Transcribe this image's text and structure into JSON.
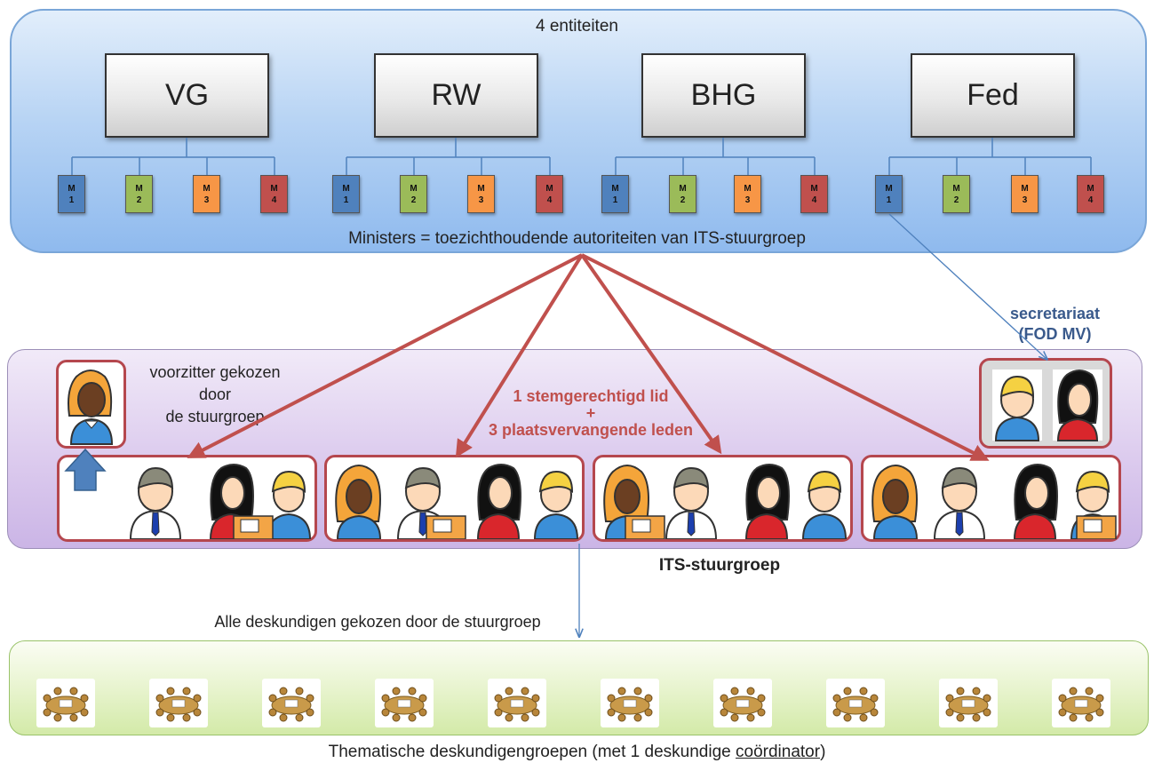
{
  "top": {
    "title": "4 entiteiten",
    "footer": "Ministers = toezichthoudende autoriteiten van ITS-stuurgroep",
    "entities": [
      {
        "label": "VG",
        "ministers": [
          [
            "M",
            "1"
          ],
          [
            "M",
            "2"
          ],
          [
            "M",
            "3"
          ],
          [
            "M",
            "4"
          ]
        ]
      },
      {
        "label": "RW",
        "ministers": [
          [
            "M",
            "1"
          ],
          [
            "M",
            "2"
          ],
          [
            "M",
            "3"
          ],
          [
            "M",
            "4"
          ]
        ]
      },
      {
        "label": "BHG",
        "ministers": [
          [
            "M",
            "1"
          ],
          [
            "M",
            "2"
          ],
          [
            "M",
            "3"
          ],
          [
            "M",
            "4"
          ]
        ]
      },
      {
        "label": "Fed",
        "ministers": [
          [
            "M",
            "1"
          ],
          [
            "M",
            "2"
          ],
          [
            "M",
            "3"
          ],
          [
            "M",
            "4"
          ]
        ]
      }
    ],
    "minister_colors": [
      "#4f81bd",
      "#9bbb59",
      "#f79646",
      "#c0504d"
    ]
  },
  "middle": {
    "chair_label": [
      "voorzitter gekozen door",
      "de stuurgroep"
    ],
    "members_label": [
      "1 stemgerechtigd lid",
      "+",
      "3 plaatsvervangende leden"
    ],
    "secretariat_label": [
      "secretariaat",
      "(FOD MV)"
    ],
    "group_label": "ITS-stuurgroep"
  },
  "bottom": {
    "experts_label": "Alle deskundigen gekozen door de stuurgroep",
    "caption_pre": "Thematische deskundigengroepen (met 1 deskundige ",
    "caption_underlined": "coördinator",
    "caption_post": ")",
    "groups": 10
  },
  "colors": {
    "arrow": "#c0504d",
    "connector": "#4f81bd",
    "secretariat_text": "#3a5a8c"
  }
}
